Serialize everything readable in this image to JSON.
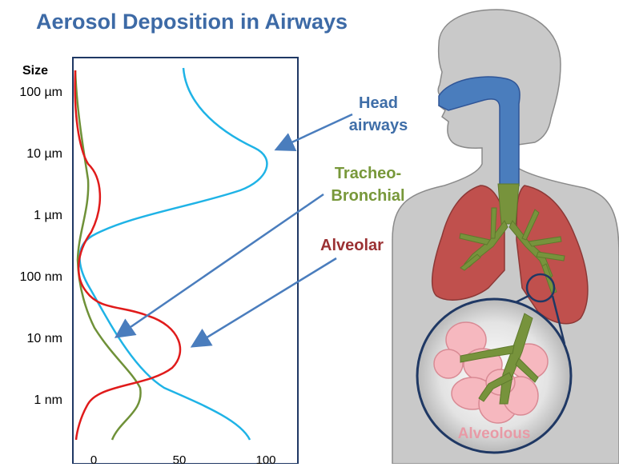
{
  "title": "Aerosol Deposition in Airways",
  "y_axis": {
    "title": "Size",
    "ticks": [
      "100 µm",
      "10 µm",
      "1 µm",
      "100 nm",
      "10 nm",
      "1 nm"
    ]
  },
  "x_axis": {
    "ticks": [
      "0",
      "50",
      "100"
    ]
  },
  "regions": {
    "head": {
      "line1": "Head",
      "line2": "airways",
      "color": "#3f6ea8"
    },
    "tracheo": {
      "line1": "Tracheo-",
      "line2": "Bronchial",
      "color": "#78983a"
    },
    "alveolar": {
      "label": "Alveolar",
      "color": "#9b3133"
    }
  },
  "inset_label": "Alveolous",
  "colors": {
    "head_curve": "#1fb3e6",
    "tracheo_curve": "#6f9138",
    "alveolar_curve": "#e01b1b",
    "body_gray": "#c9c9c9",
    "airway_blue": "#4a7dbd",
    "lung_red": "#c0504d",
    "bronchi_green": "#77933c",
    "inset_border": "#1f3864",
    "arrow": "#4a7dbd"
  }
}
